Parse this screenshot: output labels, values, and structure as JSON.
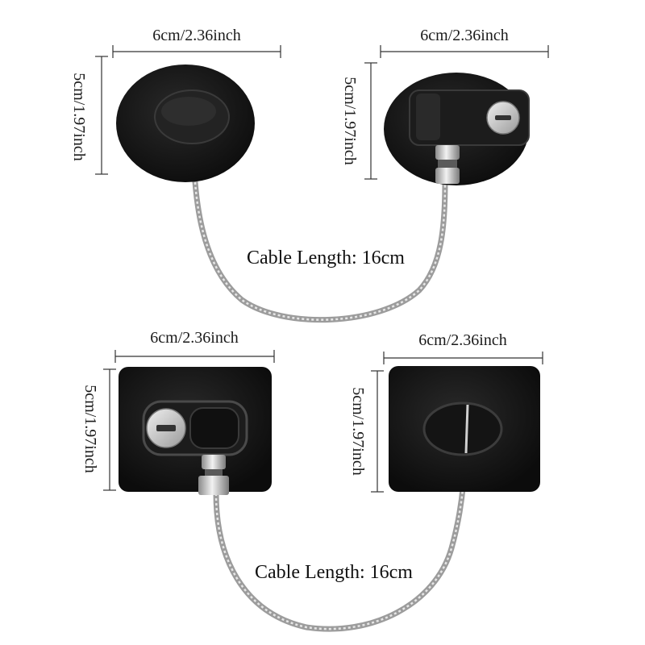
{
  "top_set": {
    "left_width_label": "6cm/2.36inch",
    "right_width_label": "6cm/2.36inch",
    "left_height_label": "5cm/1.97inch",
    "right_height_label": "5cm/1.97inch",
    "cable_label": "Cable Length: 16cm"
  },
  "bottom_set": {
    "left_width_label": "6cm/2.36inch",
    "right_width_label": "6cm/2.36inch",
    "left_height_label": "5cm/1.97inch",
    "right_height_label": "5cm/1.97inch",
    "cable_label": "Cable Length: 16cm"
  },
  "colors": {
    "base_black": "#141414",
    "cable_silver": "#b9b9b9",
    "metal": "#cfcfcf"
  }
}
